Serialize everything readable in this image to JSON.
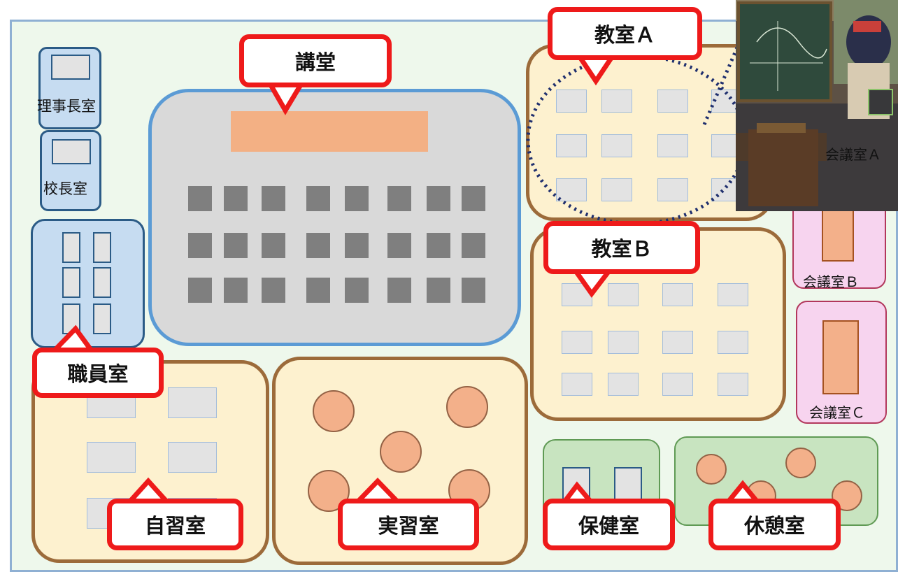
{
  "rooms": {
    "rijicho": "理事長室",
    "kochou": "校長室",
    "kaigi_a": "会議室Ａ",
    "kaigi_b": "会議室Ｂ",
    "kaigi_c": "会議室Ｃ"
  },
  "callouts": {
    "kodo": "講堂",
    "kyoshitsu_a": "教室Ａ",
    "kyoshitsu_b": "教室Ｂ",
    "shokuin": "職員室",
    "jishu": "自習室",
    "jisshu": "実習室",
    "hoken": "保健室",
    "kyukei": "休憩室"
  },
  "colors": {
    "callout_border": "#ee1a1a",
    "lecture_border": "#5b9bd5",
    "classroom_border": "#9c6b3a"
  },
  "photo": {
    "icon": "classroom-character-photo"
  }
}
